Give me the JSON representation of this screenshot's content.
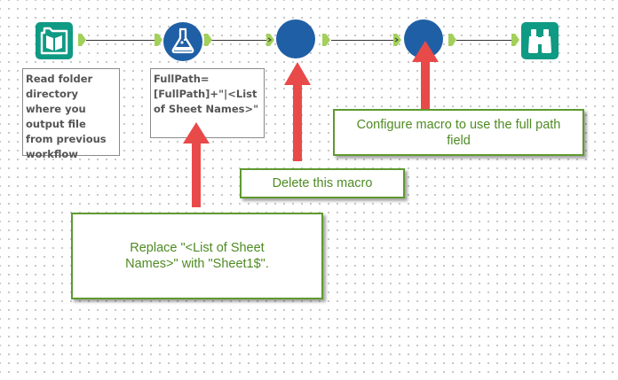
{
  "workflow": {
    "tools": [
      {
        "name": "Directory",
        "icon": "directory-icon",
        "color": "#0f9a83"
      },
      {
        "name": "Formula",
        "icon": "flask-icon",
        "color": "#1f5fa5"
      },
      {
        "name": "Macro",
        "icon": "macro-circle-icon",
        "color": "#1f5fa5"
      },
      {
        "name": "Macro",
        "icon": "macro-circle-icon",
        "color": "#1f5fa5"
      },
      {
        "name": "Browse",
        "icon": "binoculars-icon",
        "color": "#0f9a83"
      }
    ],
    "annotations": {
      "directory": "Read folder directory where you output file from previous workflow",
      "formula": "FullPath= [FullPath]+\"|<List of Sheet Names>\""
    }
  },
  "callouts": {
    "configure": "Configure macro to use the full path field",
    "delete": "Delete this macro",
    "replace": "Replace \"<List of Sheet Names>\" with \"Sheet1$\"."
  },
  "colors": {
    "anchor_green": "#a2d05a",
    "callout_green": "#4e8b22",
    "callout_border": "#5f9a2f",
    "arrow_red": "#e84a4a",
    "tool_teal": "#0f9a83",
    "tool_blue": "#1f5fa5"
  }
}
